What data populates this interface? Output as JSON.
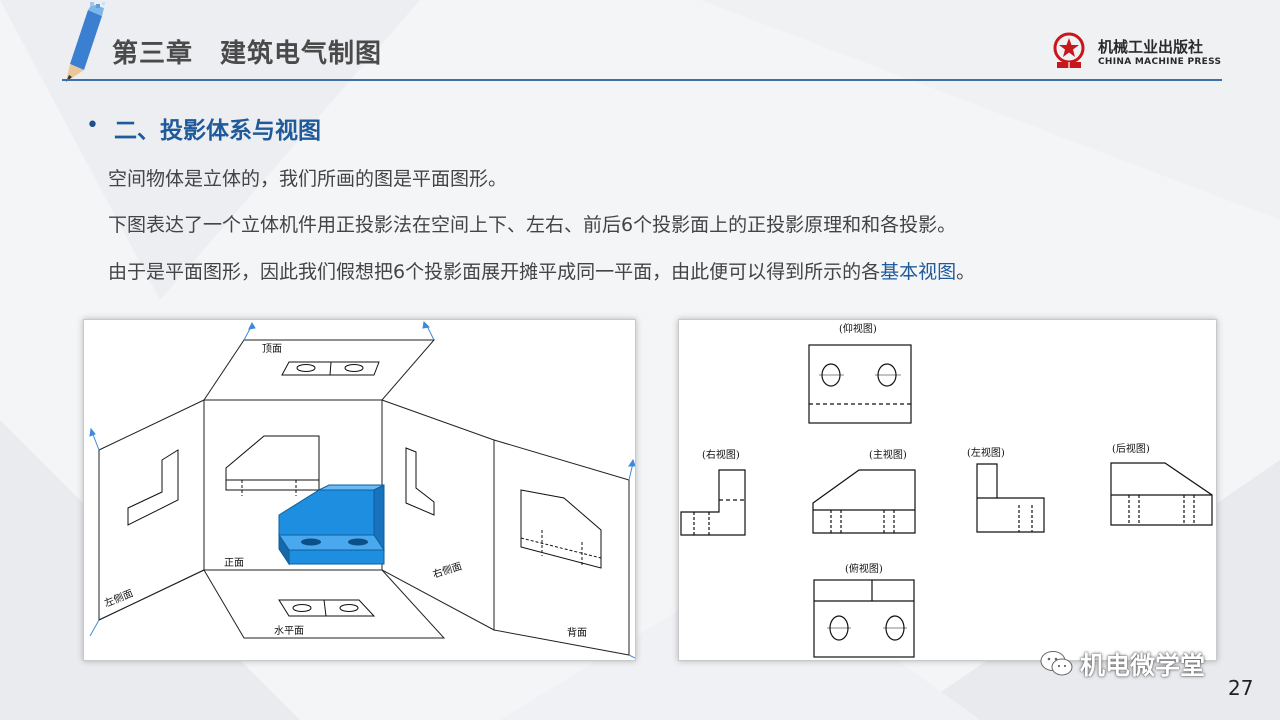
{
  "header": {
    "chapter_title": "第三章　建筑电气制图",
    "publisher_cn": "机械工业出版社",
    "publisher_en": "CHINA MACHINE PRESS",
    "logo_icon": "publisher-star-book-icon",
    "accent_color": "#3f6fa7"
  },
  "section": {
    "bullet": "•",
    "title": "二、投影体系与视图"
  },
  "paragraphs": {
    "p1": "空间物体是立体的，我们所画的图是平面图形。",
    "p2": "下图表达了一个立体机件用正投影法在空间上下、左右、前后6个投影面上的正投影原理和和各投影。",
    "p3_before": "由于是平面图形，因此我们假想把6个投影面展开摊平成同一平面，由此便可以得到所示的各",
    "p3_highlight": "基本视图",
    "p3_after": "。"
  },
  "figure_left": {
    "labels": {
      "top": "顶面",
      "front": "正面",
      "left_side": "左侧面",
      "horizontal": "水平面",
      "right_side": "右侧面",
      "back": "背面"
    },
    "object_color": "#1e8fe0"
  },
  "figure_right": {
    "labels": {
      "bottom_view": "(仰视图)",
      "right_view": "(右视图)",
      "main_view": "(主视图)",
      "left_view": "(左视图)",
      "back_view": "(后视图)",
      "top_view": "(俯视图)"
    }
  },
  "watermark": {
    "icon": "wechat-icon",
    "text": "机电微学堂"
  },
  "page_number": "27"
}
